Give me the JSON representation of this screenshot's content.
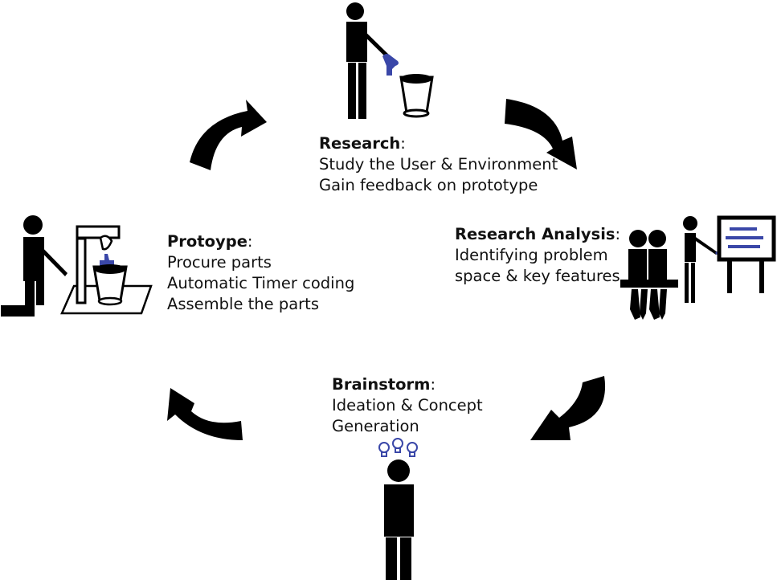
{
  "colors": {
    "ink": "#000000",
    "accent": "#3a47a8",
    "background": "#ffffff"
  },
  "stages": {
    "research": {
      "title": "Research",
      "colon": ":",
      "items": [
        "Study the User & Environment",
        "Gain feedback on prototype"
      ],
      "icon": "person-watering-plant-icon"
    },
    "analysis": {
      "title": "Research Analysis",
      "colon": ":",
      "items": [
        "Identifying problem",
        "space & key features"
      ],
      "icon": "presentation-audience-icon"
    },
    "brainstorm": {
      "title": "Brainstorm",
      "colon": ":",
      "items": [
        "Ideation & Concept",
        "Generation"
      ],
      "icon": "person-lightbulbs-icon"
    },
    "prototype": {
      "title": "Protoype",
      "colon": ":",
      "items": [
        "Procure parts",
        "Automatic Timer coding",
        "Assemble the parts"
      ],
      "icon": "kneeling-person-assembling-icon"
    }
  },
  "arrows": [
    "curved-arrow-icon",
    "curved-arrow-icon",
    "curved-arrow-icon",
    "curved-arrow-icon"
  ]
}
